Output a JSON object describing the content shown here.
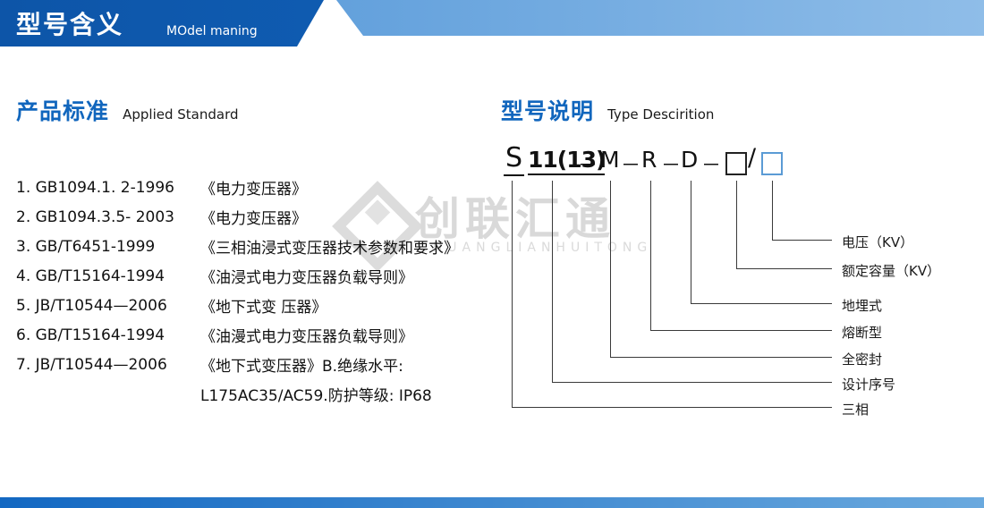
{
  "header": {
    "title_cn": "型号含义",
    "title_en": "MOdel maning"
  },
  "standards": {
    "title_cn": "产品标准",
    "title_en": "Applied Standard",
    "items": [
      {
        "label": "1. GB1094.1. 2-1996",
        "desc": "《电力变压器》"
      },
      {
        "label": "2. GB1094.3.5- 2003",
        "desc": "《电力变压器》"
      },
      {
        "label": "3. GB/T6451-1999",
        "desc": "《三相油浸式变压器技术参数和要求》"
      },
      {
        "label": "4. GB/T15164-1994",
        "desc": "《油浸式电力变压器负载导则》"
      },
      {
        "label": "5. JB/T10544—2006",
        "desc": "《地下式变 压器》"
      },
      {
        "label": "6. GB/T15164-1994",
        "desc": "《油漫式电力变压器负载导则》"
      },
      {
        "label": "7. JB/T10544—2006",
        "desc": "《地下式变压器》B.绝缘水平:"
      }
    ],
    "continuation": "L175AC35/AC59.防护等级: IP68"
  },
  "model": {
    "title_cn": "型号说明",
    "title_en": "Type Descirition",
    "code": {
      "phase": "S",
      "design": "11(13)",
      "dash": "－",
      "sealed": "M",
      "fuse": "R",
      "buried": "D",
      "slash": "/"
    },
    "labels": [
      "电压（KV）",
      "额定容量（KV）",
      "地埋式",
      "熔断型",
      "全密封",
      "设计序号",
      "三相"
    ]
  },
  "watermark": {
    "cn": "创联汇通",
    "en": "CHUANGLIANHUITONG"
  },
  "colors": {
    "header_blue": "#1166bd",
    "header_light_blue": "#6aa9de",
    "title_blue": "#1166bd",
    "voltage_box_blue": "#5b9bd5"
  }
}
